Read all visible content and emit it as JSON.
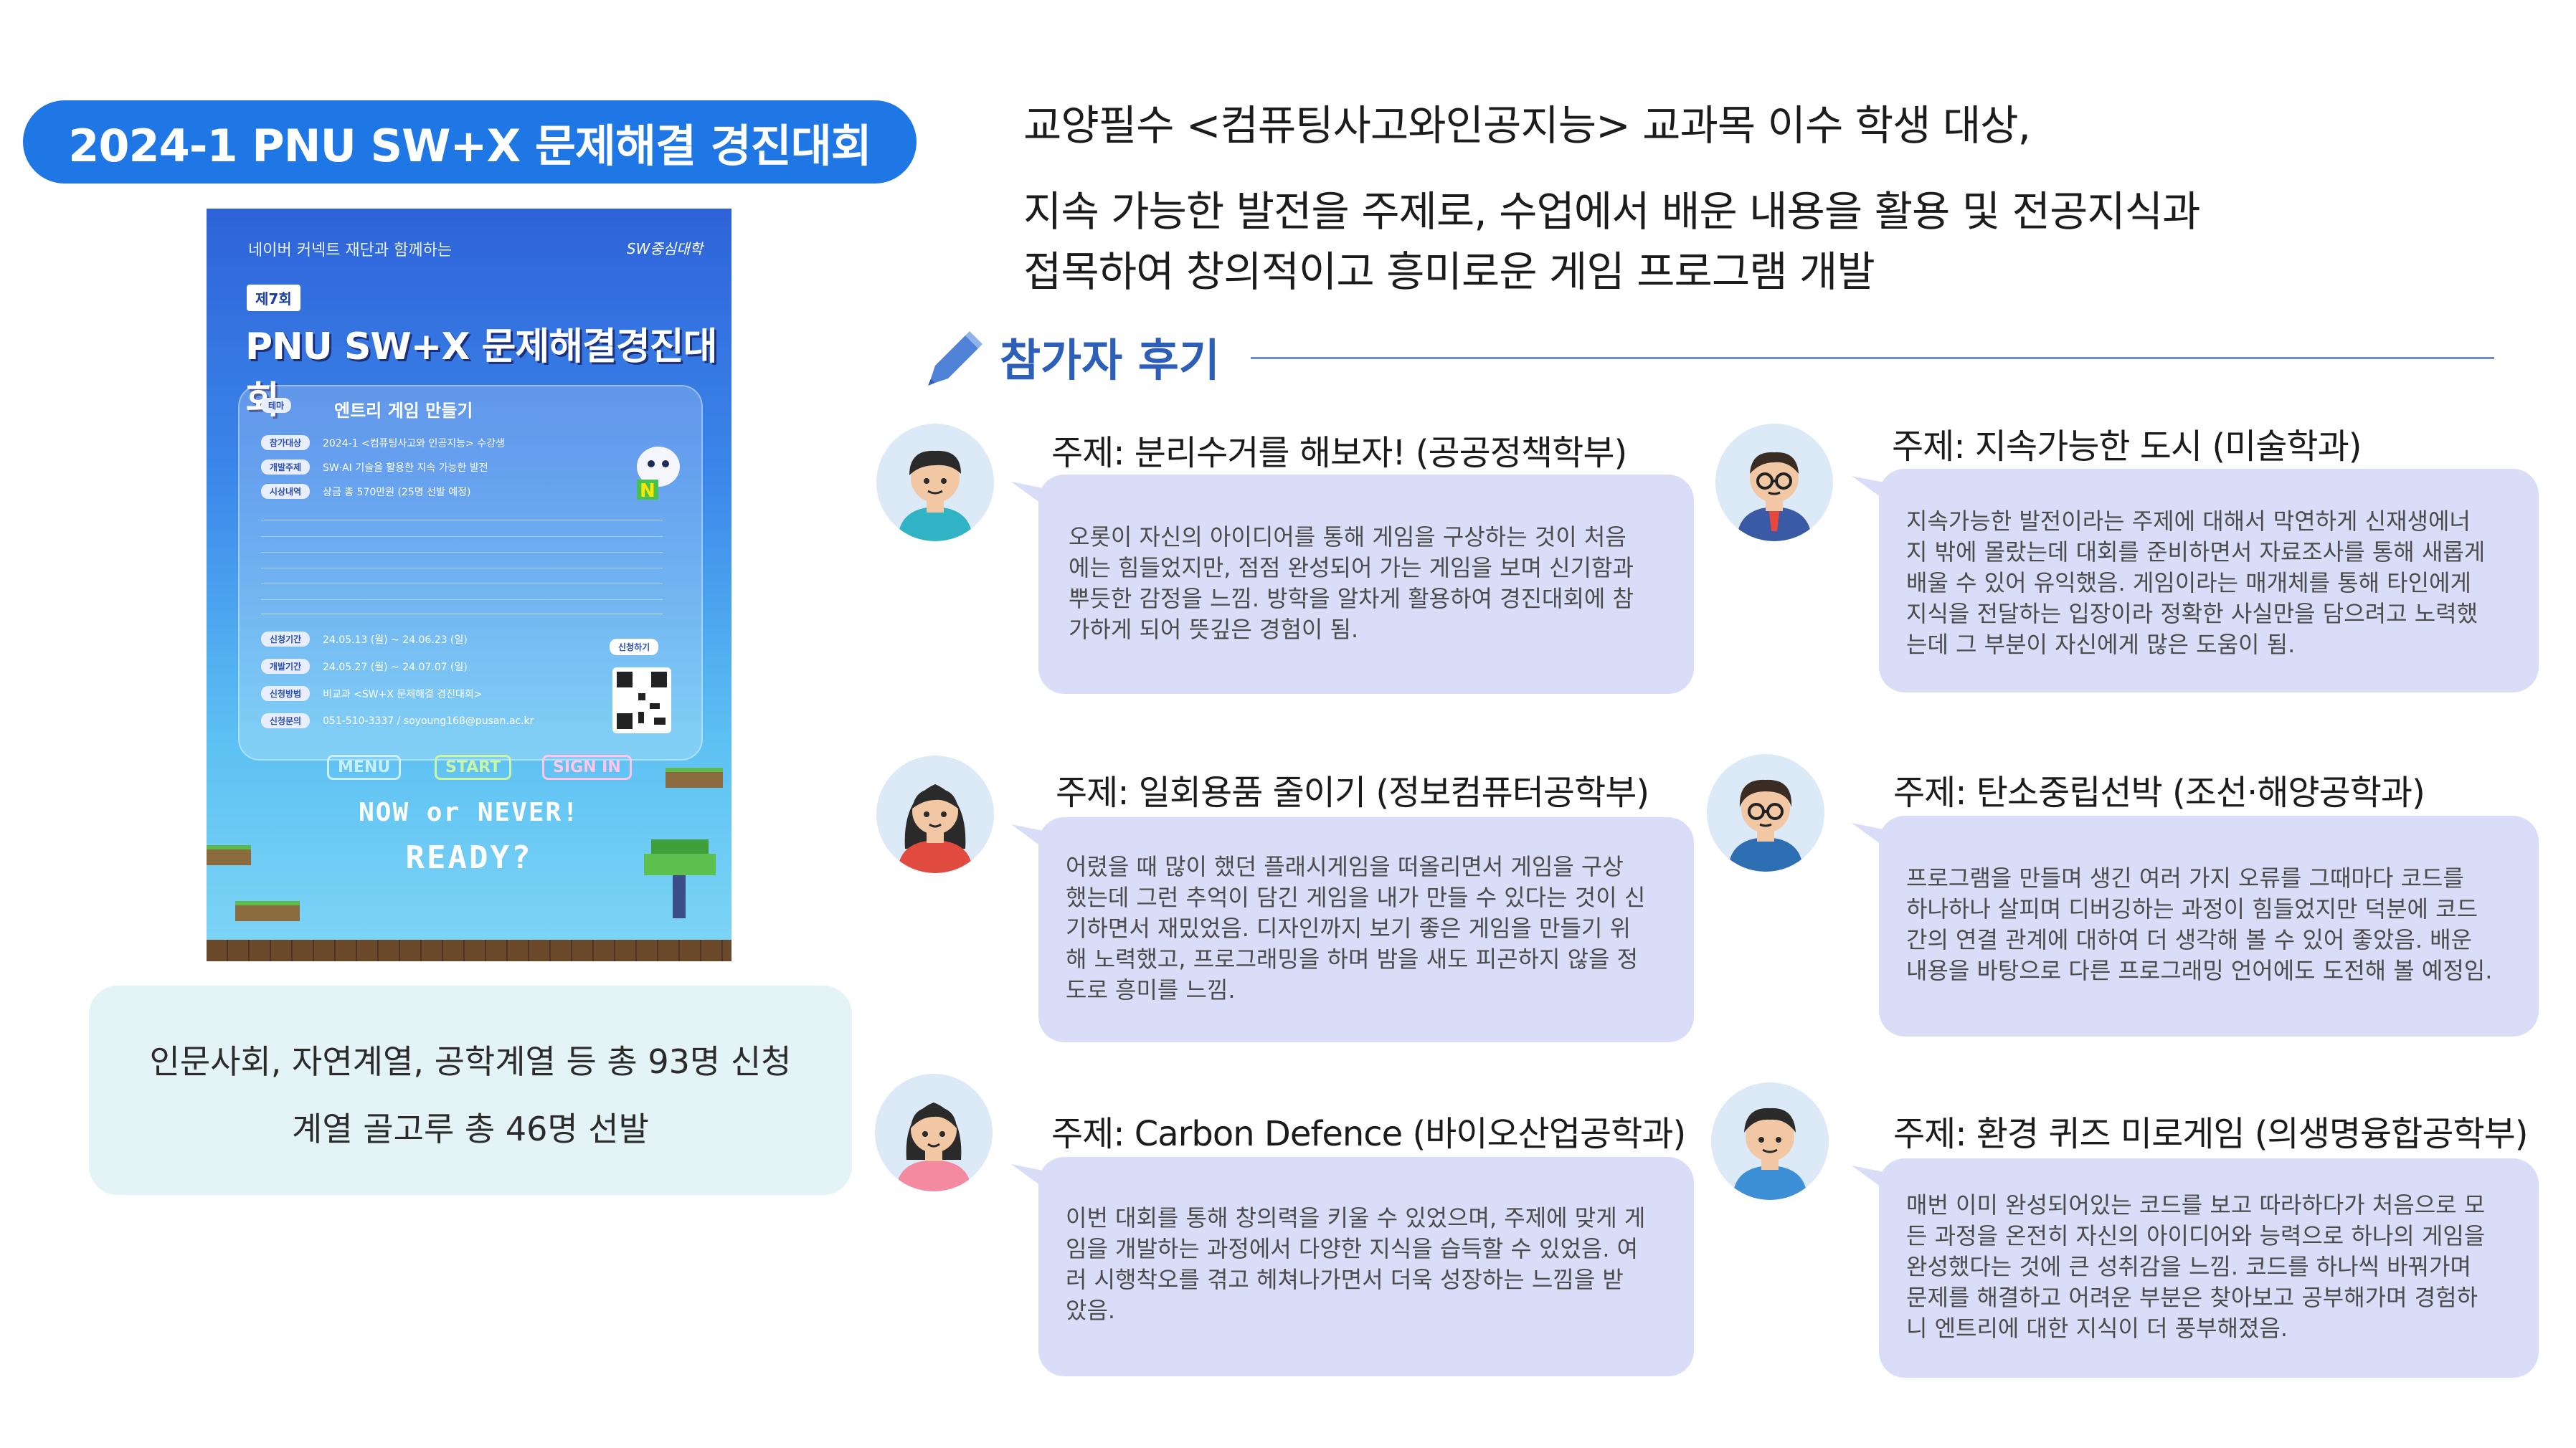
{
  "header": {
    "title": "2024-1 PNU SW+X 문제해결 경진대회"
  },
  "poster": {
    "sponsor": "네이버 커넥트 재단과 함께하는",
    "brand": "SW중심대학",
    "edition": "제7회",
    "title": "PNU SW+X 문제해결경진대회",
    "entry_title": "엔트리 게임 만들기",
    "rows": [
      {
        "tag": "참가대상",
        "text": "2024-1 <컴퓨팅사고와 인공지능> 수강생"
      },
      {
        "tag": "개발주제",
        "text": "SW·AI 기술을 활용한 지속 가능한 발전"
      },
      {
        "tag": "시상내역",
        "text": "상금 총 570만원 (25명 선발 예정)"
      }
    ],
    "schedule": [
      {
        "tag": "신청기간",
        "text": "24.05.13 (월) ~ 24.06.23 (일)"
      },
      {
        "tag": "개발기간",
        "text": "24.05.27 (월) ~ 24.07.07 (일)"
      },
      {
        "tag": "신청방법",
        "text": "비교과 <SW+X 문제해결 경진대회>"
      },
      {
        "tag": "신청문의",
        "text": "051-510-3337 / soyoung168@pusan.ac.kr"
      }
    ],
    "qr_button": "신청하기",
    "buttons": [
      "MENU",
      "START",
      "SIGN IN"
    ],
    "tagline1": "NOW or NEVER!",
    "tagline2": "READY?"
  },
  "stats": {
    "line1": "인문사회, 자연계열, 공학계열 등 총 93명 신청",
    "line2": "계열 골고루 총 46명 선발"
  },
  "description": {
    "line1": "교양필수 <컴퓨팅사고와인공지능> 교과목 이수 학생 대상,",
    "line2": "지속 가능한 발전을 주제로, 수업에서 배운 내용을 활용 및 전공지식과",
    "line3": "접목하여 창의적이고 흥미로운 게임 프로그램 개발"
  },
  "reviews_section": {
    "title": "참가자 후기",
    "icon": "pencil-icon"
  },
  "reviews": [
    {
      "topic": "주제: 분리수거를 해보자! (공공정책학부)",
      "lines": [
        "오롯이 자신의 아이디어를 통해 게임을 구상하는 것이 처음",
        "에는 힘들었지만, 점점 완성되어 가는 게임을 보며 신기함과",
        "뿌듯한 감정을 느낌. 방학을 알차게 활용하여 경진대회에 참",
        "가하게 되어 뜻깊은 경험이 됨."
      ]
    },
    {
      "topic": "주제: 지속가능한 도시 (미술학과)",
      "lines": [
        "지속가능한 발전이라는 주제에 대해서 막연하게 신재생에너",
        "지 밖에 몰랐는데 대회를 준비하면서 자료조사를 통해 새롭게",
        "배울 수 있어 유익했음. 게임이라는 매개체를 통해 타인에게",
        "지식을 전달하는 입장이라 정확한 사실만을 담으려고 노력했",
        "는데 그 부분이 자신에게 많은 도움이 됨."
      ]
    },
    {
      "topic": "주제: 일회용품 줄이기 (정보컴퓨터공학부)",
      "lines": [
        "어렸을 때 많이 했던 플래시게임을 떠올리면서 게임을 구상",
        "했는데 그런 추억이 담긴 게임을 내가 만들 수 있다는 것이 신",
        "기하면서 재밌었음. 디자인까지 보기 좋은 게임을 만들기 위",
        "해 노력했고, 프로그래밍을 하며 밤을 새도 피곤하지 않을 정",
        "도로 흥미를 느낌."
      ]
    },
    {
      "topic": "주제: 탄소중립선박 (조선·해양공학과)",
      "lines": [
        "프로그램을 만들며 생긴 여러 가지 오류를 그때마다 코드를",
        "하나하나 살피며 디버깅하는 과정이 힘들었지만 덕분에 코드",
        "간의 연결 관계에 대하여 더 생각해 볼 수 있어 좋았음. 배운",
        "내용을 바탕으로 다른 프로그래밍 언어에도 도전해 볼 예정임."
      ]
    },
    {
      "topic": "주제: Carbon Defence (바이오산업공학과)",
      "lines": [
        "이번 대회를 통해 창의력을 키울 수 있었으며, 주제에 맞게 게",
        "임을 개발하는 과정에서 다양한 지식을 습득할 수 있었음. 여",
        "러 시행착오를 겪고 헤쳐나가면서 더욱 성장하는 느낌을 받",
        "았음."
      ]
    },
    {
      "topic": "주제: 환경 퀴즈 미로게임 (의생명융합공학부)",
      "lines": [
        "매번 이미 완성되어있는 코드를 보고 따라하다가 처음으로 모",
        "든 과정을 온전히 자신의 아이디어와 능력으로 하나의 게임을",
        "완성했다는 것에 큰 성취감을 느낌. 코드를 하나씩 바꿔가며",
        "문제를 해결하고 어려운 부분은 찾아보고 공부해가며 경험하",
        "니 엔트리에 대한 지식이 더 풍부해졌음."
      ]
    }
  ],
  "colors": {
    "accent": "#1f77e6",
    "section": "#2d5fb8",
    "bubble": "#d9ddf7",
    "stats_bg": "#e3f3f6"
  }
}
